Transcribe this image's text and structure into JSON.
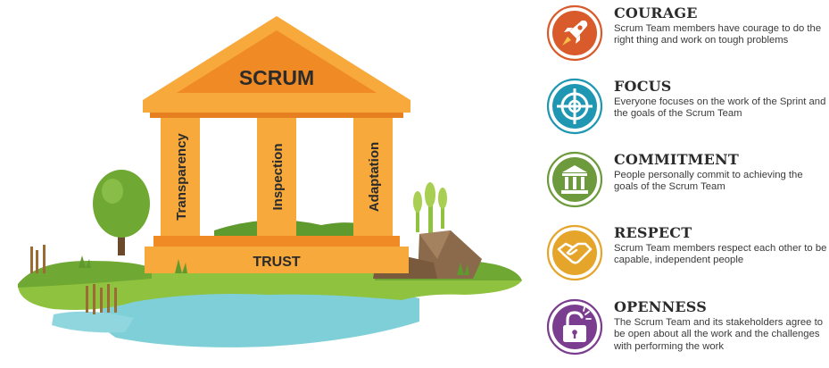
{
  "temple": {
    "roof_label": "SCRUM",
    "pillars": [
      "Transparency",
      "Inspection",
      "Adaptation"
    ],
    "base_label": "TRUST"
  },
  "values": [
    {
      "title": "COURAGE",
      "description": "Scrum Team members have courage to do the right thing and work on tough problems",
      "color": "#d95a2b",
      "icon": "rocket-icon"
    },
    {
      "title": "FOCUS",
      "description": "Everyone focuses on the work of the Sprint and the goals of the Scrum Team",
      "color": "#1f97b3",
      "icon": "target-icon"
    },
    {
      "title": "COMMITMENT",
      "description": "People personally commit to achieving the goals of the Scrum Team",
      "color": "#6d9a3c",
      "icon": "building-icon"
    },
    {
      "title": "RESPECT",
      "description": "Scrum Team members respect each other to be capable, independent people",
      "color": "#e5a52a",
      "icon": "handshake-icon"
    },
    {
      "title": "OPENNESS",
      "description": "The Scrum Team and its stakeholders agree to be open about all the work and the challenges with performing the work",
      "color": "#7b3d8f",
      "icon": "unlock-icon"
    }
  ]
}
